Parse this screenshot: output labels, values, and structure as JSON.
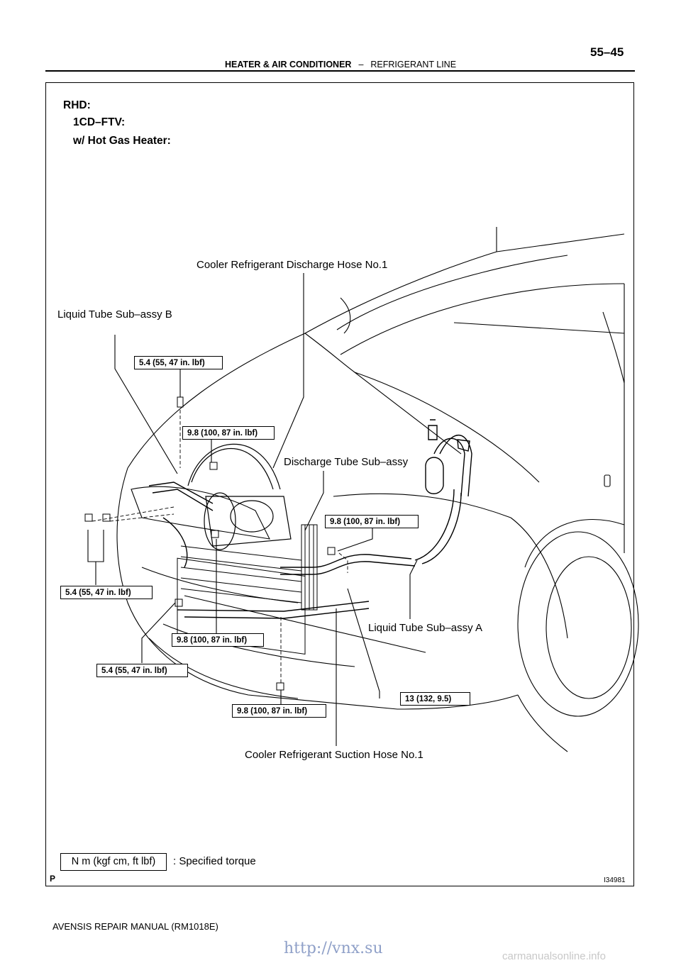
{
  "header": {
    "page_number": "55–45",
    "section": "HEATER & AIR CONDITIONER",
    "separator": "–",
    "subsection": "REFRIGERANT LINE"
  },
  "title": {
    "line1": "RHD:",
    "line2": "1CD–FTV:",
    "line3": "w/ Hot Gas Heater:"
  },
  "callouts": {
    "discharge_hose": "Cooler Refrigerant Discharge Hose No.1",
    "liquid_tube_b": "Liquid Tube Sub–assy B",
    "discharge_tube": "Discharge Tube Sub–assy",
    "liquid_tube_a": "Liquid Tube Sub–assy A",
    "suction_hose": "Cooler Refrigerant Suction Hose No.1"
  },
  "torques": {
    "t1": "5.4 (55, 47 in. lbf)",
    "t2": "9.8 (100, 87 in. lbf)",
    "t3": "9.8 (100, 87 in. lbf)",
    "t4": "5.4 (55, 47 in. lbf)",
    "t5": "9.8 (100, 87 in. lbf)",
    "t6": "5.4 (55, 47 in. lbf)",
    "t7": "13 (132, 9.5)",
    "t8": "9.8 (100, 87 in. lbf)"
  },
  "legend": {
    "box_text": "N m (kgf cm, ft lbf)",
    "description": ": Specified torque"
  },
  "figure_id": "I34981",
  "page_mark": "P",
  "footer": "AVENSIS REPAIR MANUAL   (RM1018E)",
  "watermark": "http://vnx.su",
  "site": "carmanualsonline.info"
}
